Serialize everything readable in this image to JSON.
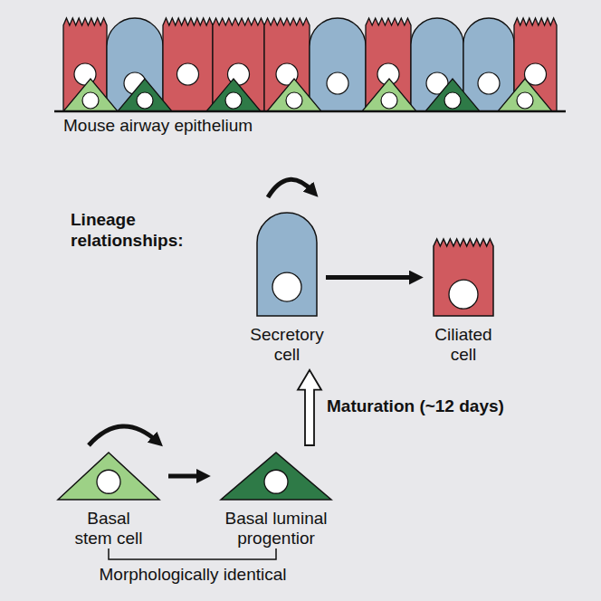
{
  "diagram": {
    "nodes": [
      {
        "text": [
          "Secretory cell"
        ]
      },
      {
        "text": [
          "Ciliated cell"
        ]
      },
      {
        "text": [
          "Basal stem cell"
        ]
      },
      {
        "text": [
          "Basal luminal progentior"
        ]
      }
    ],
    "edges": [
      {
        "from": 0,
        "to": 1,
        "arrow": "to"
      },
      {
        "from": 2,
        "to": 3,
        "arrow": "to"
      },
      {
        "from": 3,
        "to": 0,
        "label": "Maturation (~12 days)",
        "arrow": "to"
      }
    ],
    "labels": [
      "Mouse airway epithelium",
      "Lineage relationships:",
      "Morphologically identical"
    ]
  }
}
